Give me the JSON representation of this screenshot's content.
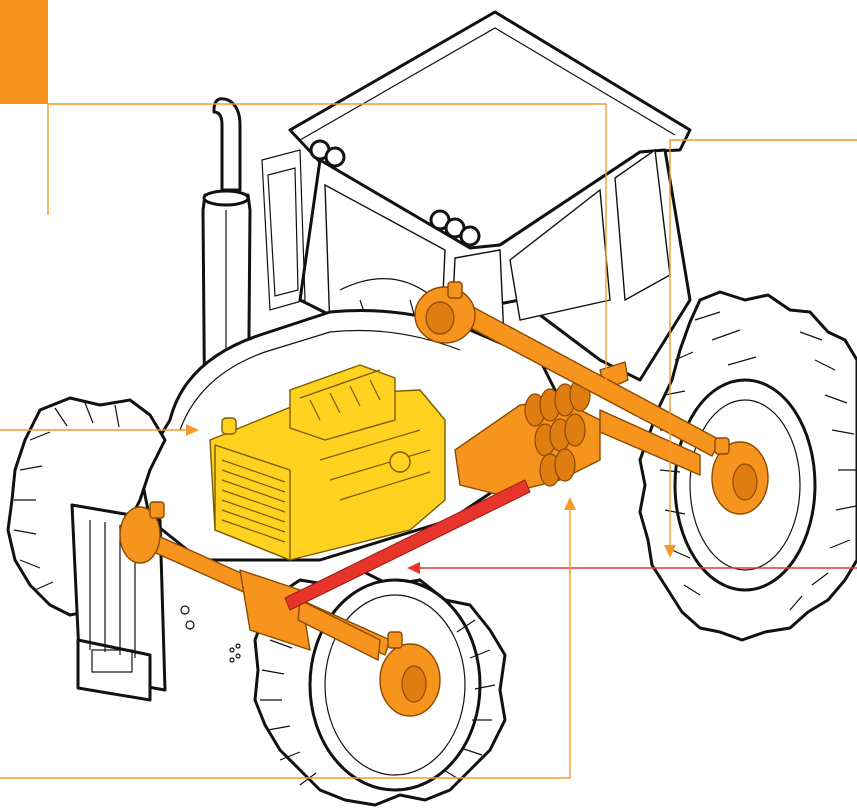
{
  "colors": {
    "tag": "#f7941d",
    "callout_line": "#f39a2b",
    "engine": "#ffd21f",
    "drivetrain": "#f7941d",
    "driveshaft": "#e8352b",
    "outline": "#111111"
  },
  "parts": [
    {
      "id": "engine",
      "color_key": "engine"
    },
    {
      "id": "gearbox",
      "color_key": "drivetrain"
    },
    {
      "id": "front-axle",
      "color_key": "drivetrain"
    },
    {
      "id": "rear-axle",
      "color_key": "drivetrain"
    },
    {
      "id": "drive-shaft",
      "color_key": "driveshaft"
    }
  ],
  "callouts": [
    {
      "target": "gearbox",
      "arrow": "none"
    },
    {
      "target": "rear-axle",
      "arrow": "down"
    },
    {
      "target": "engine",
      "arrow": "right"
    },
    {
      "target": "drive-shaft",
      "arrow": "left"
    },
    {
      "target": "front-axle",
      "arrow": "up"
    }
  ]
}
